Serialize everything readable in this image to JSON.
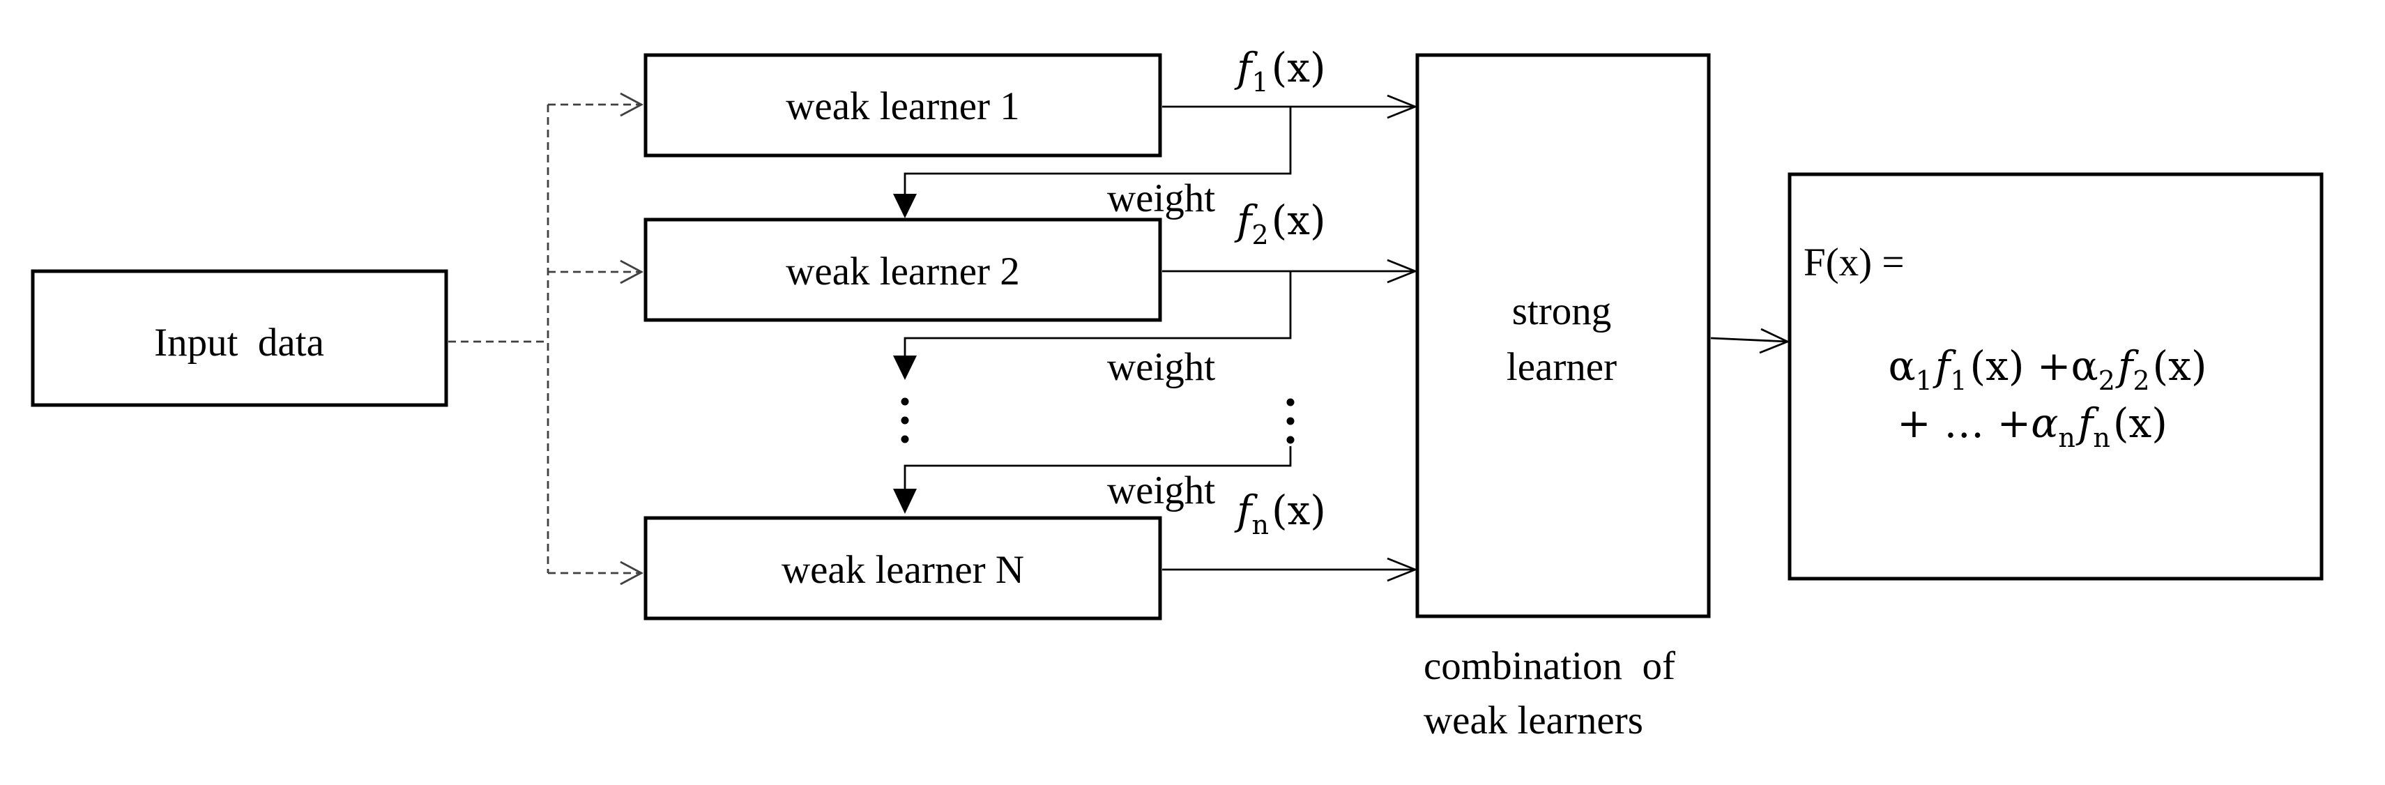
{
  "input": {
    "label": "Input  data"
  },
  "learners": [
    {
      "label": "weak learner 1",
      "output": {
        "fn": "f",
        "sub": "1",
        "arg": "(x)"
      }
    },
    {
      "label": "weak learner 2",
      "output": {
        "fn": "f",
        "sub": "2",
        "arg": "(x)"
      }
    },
    {
      "label": "weak learner N",
      "output": {
        "fn": "f",
        "sub": "n",
        "arg": "(x)"
      }
    }
  ],
  "weights": [
    "weight",
    "weight",
    "weight"
  ],
  "strong": {
    "line1": "strong",
    "line2": "learner",
    "caption_line1": "combination  of",
    "caption_line2": "weak learners"
  },
  "result": {
    "lhs": "F(x) =",
    "line1": {
      "t1": {
        "coef": "α",
        "coef_sub": "1",
        "fn": "f",
        "fn_sub": "1",
        "arg": "(x)"
      },
      "plus": " +",
      "t2": {
        "coef": "α",
        "coef_sub": "2",
        "fn": "f",
        "fn_sub": "2",
        "arg": "(x)"
      }
    },
    "line2": {
      "prefix": "+ … +",
      "t": {
        "coef": "α",
        "coef_sub": "n",
        "fn": "f",
        "fn_sub": "n",
        "arg": "(x)"
      }
    }
  }
}
